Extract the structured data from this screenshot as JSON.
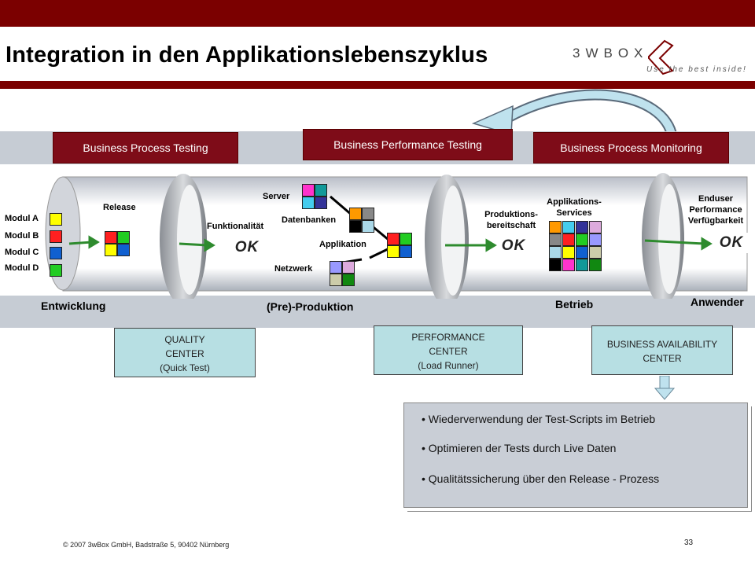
{
  "header": {
    "title": "Integration in den Applikationslebenszyklus"
  },
  "logo": {
    "name": "3WBOX",
    "tagline": "Use the best inside!"
  },
  "tabs": [
    "Business Process Testing",
    "Business Performance Testing",
    "Business Process Monitoring"
  ],
  "modules": [
    "Modul A",
    "Modul B",
    "Modul C",
    "Modul D"
  ],
  "labels": {
    "release": "Release",
    "funktionalitaet": "Funktionalität",
    "server": "Server",
    "datenbanken": "Datenbanken",
    "applikation": "Applikation",
    "netzwerk": "Netzwerk",
    "produktionsbereitschaft": "Produktions-\nbereitschaft",
    "applikations_services": "Applikations-\nServices",
    "enduser": "Enduser\nPerformance\nVerfügbarkeit",
    "ok": "OK"
  },
  "phases": {
    "entwicklung": "Entwicklung",
    "preproduktion": "(Pre)-Produktion",
    "betrieb": "Betrieb",
    "anwender": "Anwender"
  },
  "centers": [
    {
      "line1": "QUALITY",
      "line2": "CENTER",
      "line3": "(Quick Test)"
    },
    {
      "line1": "PERFORMANCE",
      "line2": "CENTER",
      "line3": "(Load Runner)"
    },
    {
      "line1": "BUSINESS AVAILABILITY",
      "line2": "CENTER",
      "line3": ""
    }
  ],
  "bullets": [
    "Wiederverwendung der Test-Scripts im Betrieb",
    "Optimieren der Tests durch Live Daten",
    "Qualitätssicherung über den Release - Prozess"
  ],
  "footer": {
    "copyright": "© 2007 3wBox GmbH, Badstraße 5, 90402 Nürnberg",
    "page": "33"
  },
  "colors": {
    "brand_red": "#7b0000",
    "band_gray": "#c6ccd4",
    "center_box": "#b7dfe3",
    "arrow_green": "#2e8b2e"
  }
}
